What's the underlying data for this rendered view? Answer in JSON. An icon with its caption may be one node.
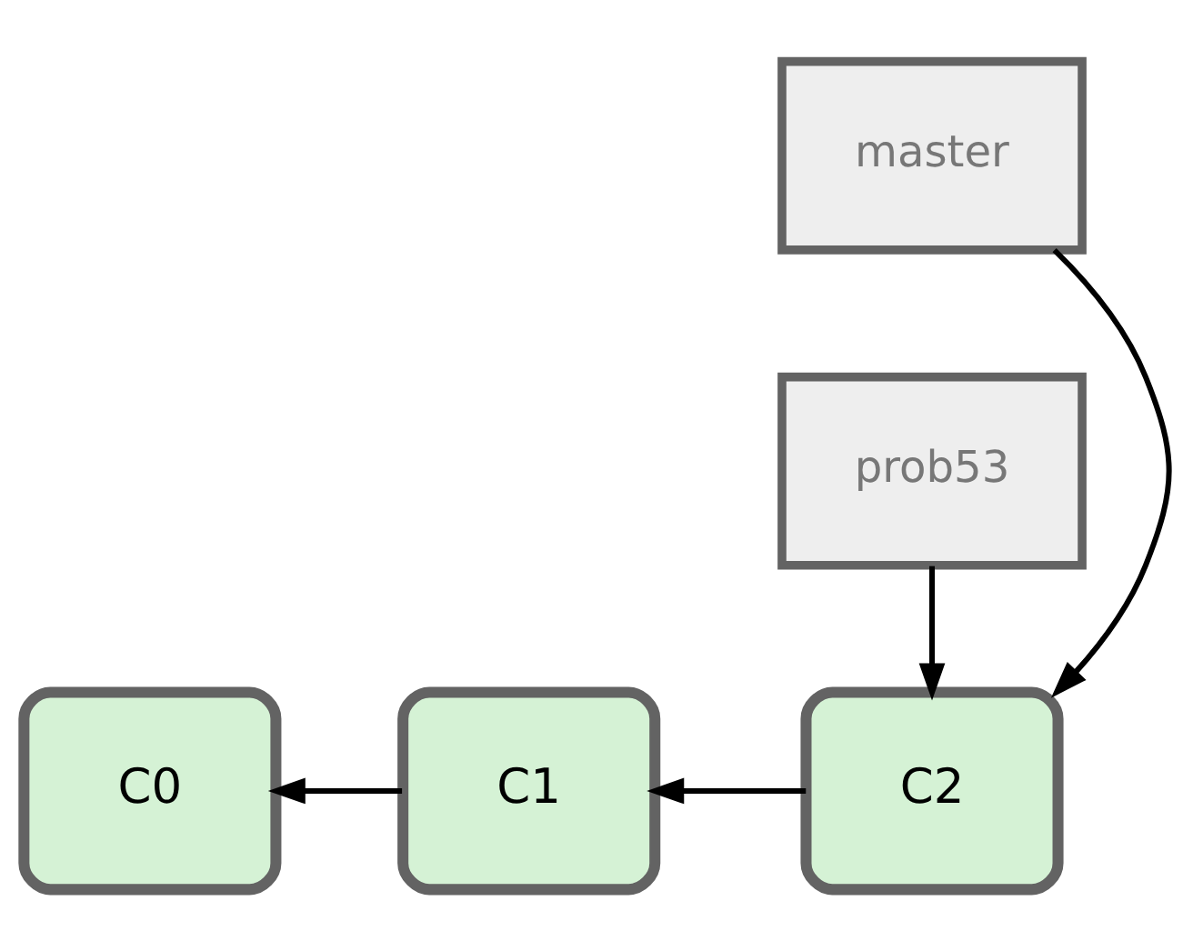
{
  "diagram": {
    "nodes": [
      {
        "text": [
          "master"
        ]
      },
      {
        "text": [
          "C0"
        ]
      },
      {
        "text": [
          "C1"
        ]
      },
      {
        "text": [
          "C2"
        ]
      },
      {
        "text": [
          "prob53"
        ]
      }
    ],
    "edges": [
      {
        "from": 0,
        "to": 3,
        "arrow": "to"
      },
      {
        "from": 2,
        "to": 1,
        "arrow": "to"
      },
      {
        "from": 3,
        "to": 2,
        "arrow": "to"
      },
      {
        "from": 4,
        "to": 3,
        "arrow": "to"
      }
    ]
  }
}
